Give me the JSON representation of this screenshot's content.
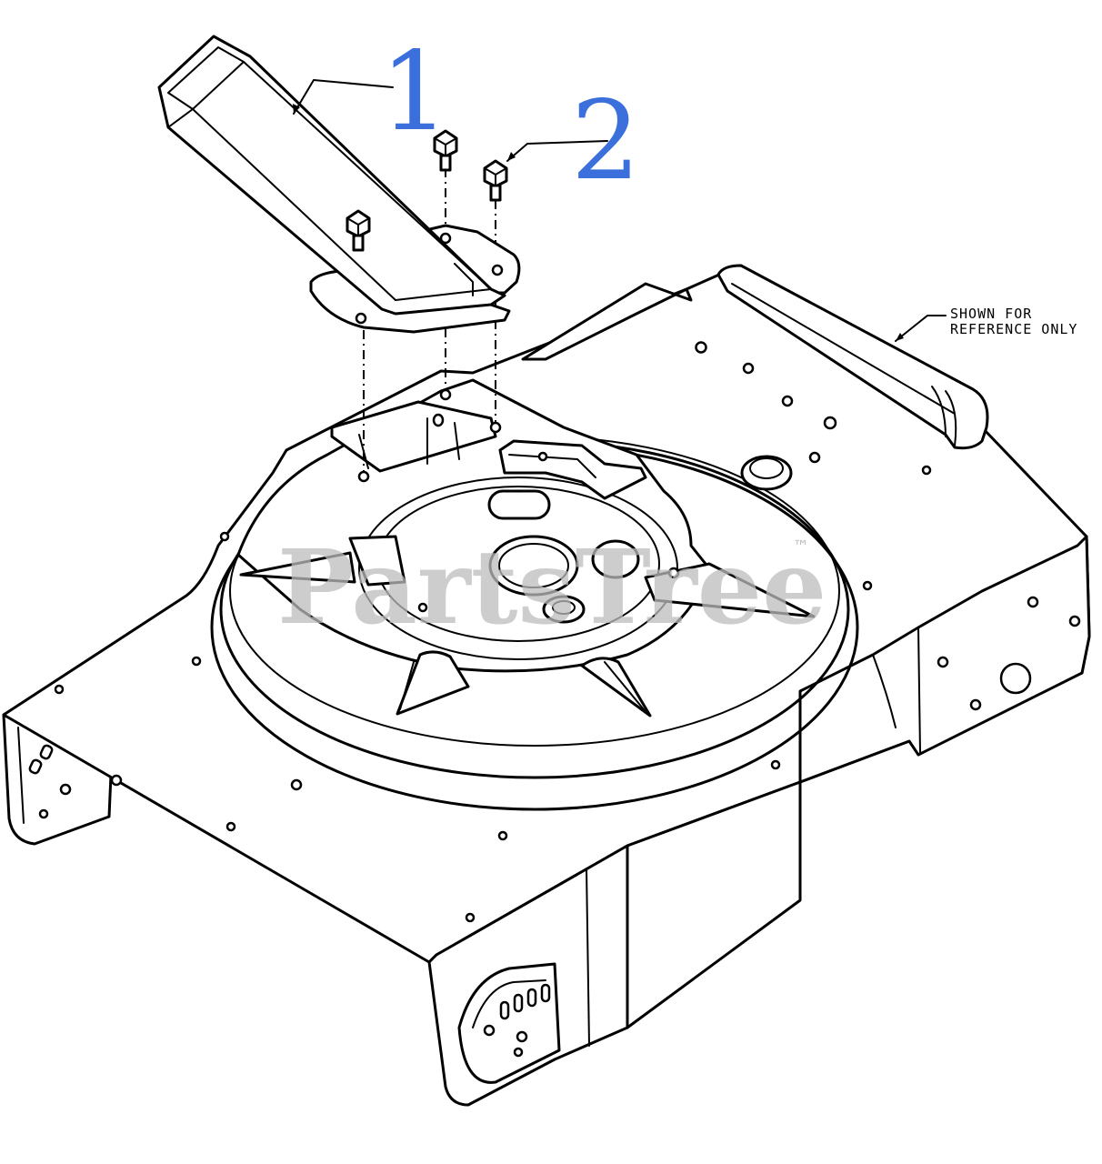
{
  "callouts": [
    {
      "number": "1"
    },
    {
      "number": "2"
    }
  ],
  "reference_note": {
    "line1": "SHOWN FOR",
    "line2": "REFERENCE ONLY"
  },
  "watermark": {
    "text": "PartsTree",
    "trademark": "™"
  },
  "colors": {
    "callout": "#3a6fdc",
    "linework": "#000000",
    "watermark": "#bdbdbd"
  }
}
